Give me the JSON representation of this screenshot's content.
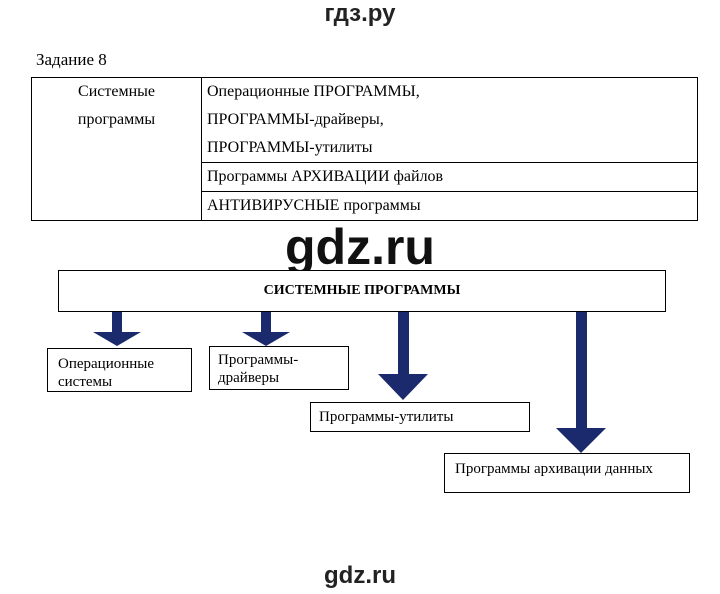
{
  "watermarks": {
    "top": "гдз.ру",
    "middle": "gdz.ru",
    "bottom": "gdz.ru"
  },
  "task_title": "Задание 8",
  "table": {
    "left_lines": [
      "Системные",
      "программы"
    ],
    "row1_lines": [
      "Операционные ПРОГРАММЫ,",
      "ПРОГРАММЫ-драйверы,",
      "ПРОГРАММЫ-утилиты"
    ],
    "row2": "Программы АРХИВАЦИИ файлов",
    "row3": "АНТИВИРУСНЫЕ программы"
  },
  "diagram": {
    "root": "СИСТЕМНЫЕ ПРОГРАММЫ",
    "child1_lines": [
      "Операционные",
      "системы"
    ],
    "child2_lines": [
      "Программы-",
      "драйверы"
    ],
    "child3": "Программы-утилиты",
    "child4": "Программы архивации данных",
    "arrow_color": "#1a2a6c"
  }
}
